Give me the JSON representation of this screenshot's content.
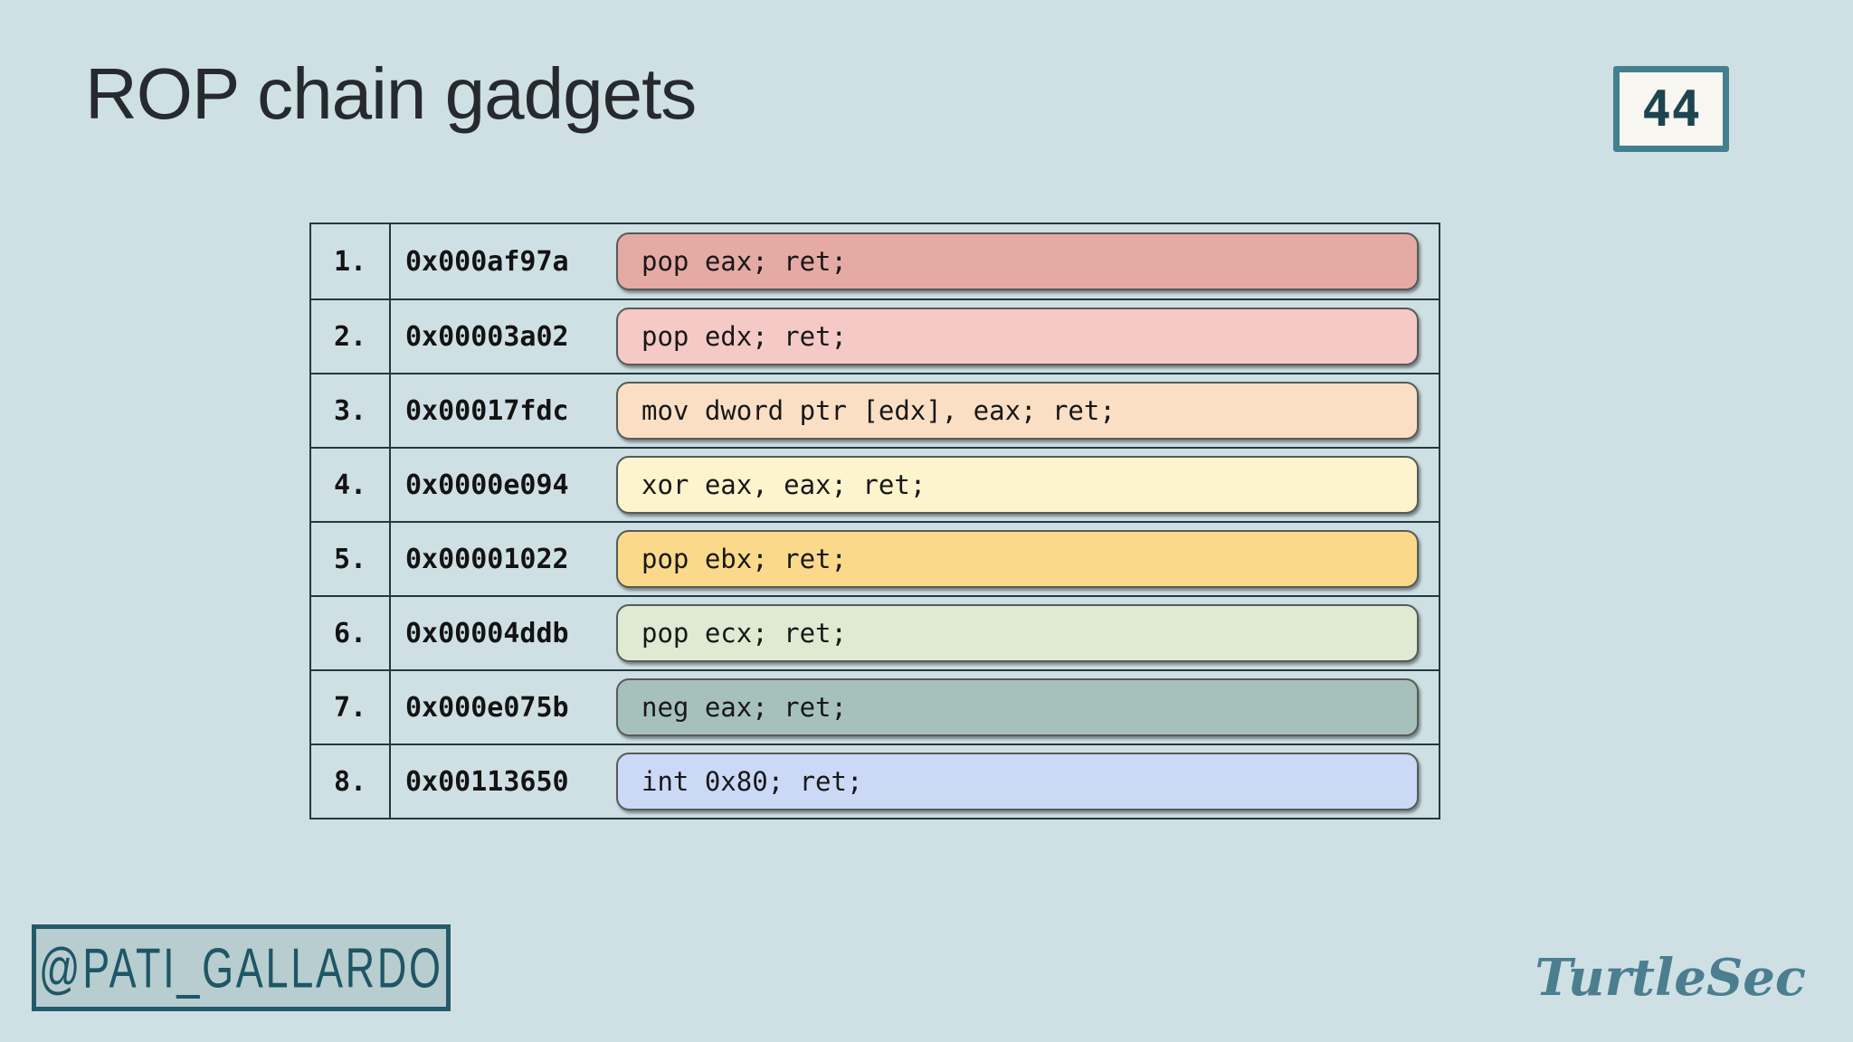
{
  "slide": {
    "title": "ROP chain gadgets",
    "page_number": "44",
    "handle": "@PATI_GALLARDO",
    "brand": "TurtleSec",
    "colors": {
      "background": "#cfe0e4",
      "accent_teal": "#42808f",
      "dark_teal_text": "#1f5666",
      "table_border": "#203a40",
      "gadget_box_border": "#565b57"
    }
  },
  "table": {
    "rows": [
      {
        "index": "1.",
        "address": "0x000af97a",
        "gadget": "pop eax; ret;",
        "color": "#e5aaa3"
      },
      {
        "index": "2.",
        "address": "0x00003a02",
        "gadget": "pop edx; ret;",
        "color": "#f5c9c6"
      },
      {
        "index": "3.",
        "address": "0x00017fdc",
        "gadget": "mov dword ptr [edx], eax; ret;",
        "color": "#fbdfc4"
      },
      {
        "index": "4.",
        "address": "0x0000e094",
        "gadget": "xor eax, eax; ret;",
        "color": "#fdf3cc"
      },
      {
        "index": "5.",
        "address": "0x00001022",
        "gadget": "pop ebx; ret;",
        "color": "#fbd98b"
      },
      {
        "index": "6.",
        "address": "0x00004ddb",
        "gadget": "pop ecx; ret;",
        "color": "#deead2"
      },
      {
        "index": "7.",
        "address": "0x000e075b",
        "gadget": "neg eax; ret;",
        "color": "#a6c1bb"
      },
      {
        "index": "8.",
        "address": "0x00113650",
        "gadget": "int 0x80; ret;",
        "color": "#cbd8f6"
      }
    ]
  }
}
